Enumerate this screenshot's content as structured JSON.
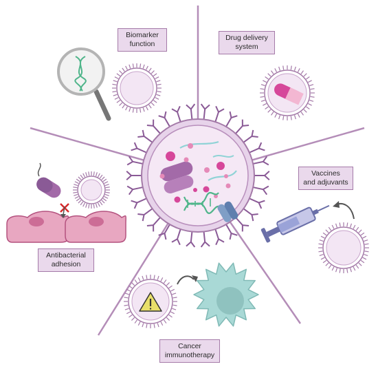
{
  "labels": {
    "biomarker": "Biomarker\nfunction",
    "drug_delivery": "Drug delivery\nsystem",
    "vaccines": "Vaccines\nand adjuvants",
    "antibacterial": "Antibacterial\nadhesion",
    "cancer": "Cancer\nimmunotherapy"
  },
  "colors": {
    "spoke": "#b48db8",
    "membrane_fill": "#f3e6f4",
    "membrane_stroke": "#a47aa8",
    "spike": "#8a5a96",
    "label_bg": "#ead9ec",
    "cell_pink": "#e8a7c1",
    "dna_green": "#4fb58a",
    "rod_purple": "#a36aa8",
    "dot_magenta": "#d6479a",
    "cyan_strand": "#8fd3d6",
    "receptor_blue": "#7f9ec6",
    "immune_cell": "#a9d9d6",
    "warning_yellow": "#e8df6a"
  },
  "icons": [
    "dna-icon",
    "magnifier-icon",
    "capsule-icon",
    "syringe-icon",
    "warning-icon",
    "bacterium-icon",
    "blocked-x-icon"
  ]
}
